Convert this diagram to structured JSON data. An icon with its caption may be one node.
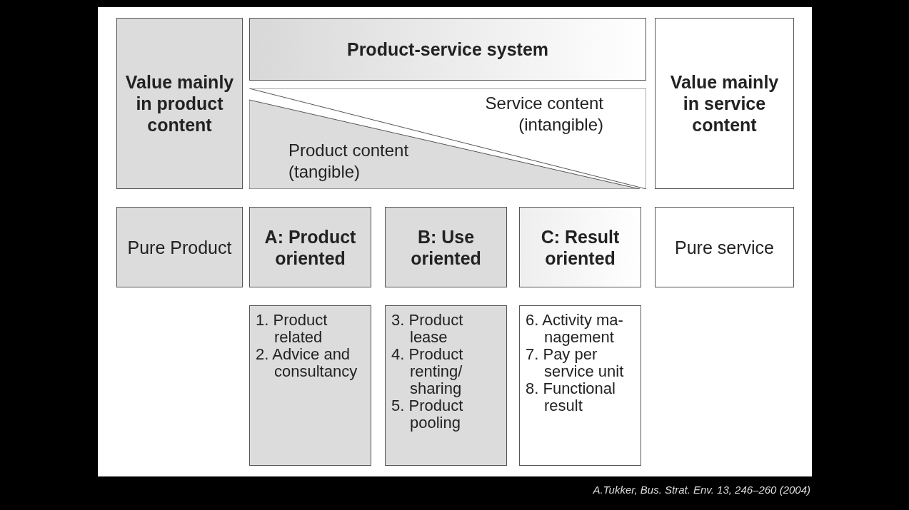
{
  "diagram": {
    "nodes": [
      {
        "text": [
          "Value mainly in product content"
        ]
      },
      {
        "text": [
          "Product-service system"
        ]
      },
      {
        "text": [
          "Service content (intangible)"
        ]
      },
      {
        "text": [
          "Product content (tangible)"
        ]
      },
      {
        "text": [
          "Value mainly in service content"
        ]
      },
      {
        "text": [
          "Pure Product"
        ]
      },
      {
        "text": [
          "A: Product oriented"
        ]
      },
      {
        "text": [
          "B: Use oriented"
        ]
      },
      {
        "text": [
          "C: Result oriented"
        ]
      },
      {
        "text": [
          "Pure service"
        ]
      },
      {
        "text": [
          "1. Product related",
          "2. Advice and consultancy"
        ]
      },
      {
        "text": [
          "3. Product lease",
          "4. Product renting/ sharing",
          "5. Product pooling"
        ]
      },
      {
        "text": [
          "6. Activity ma- nagement",
          "7. Pay per service unit",
          "8. Functional result"
        ]
      }
    ],
    "labels": [
      "A.Tukker, Bus. Strat. Env. 13, 246–260 (2004)"
    ]
  }
}
